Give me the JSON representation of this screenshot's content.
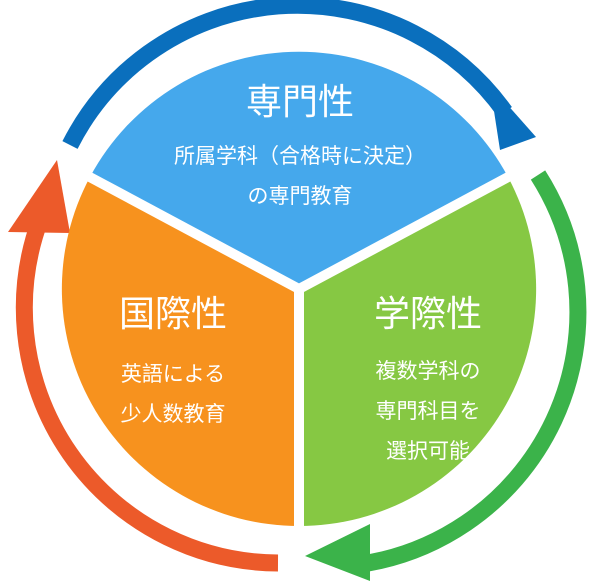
{
  "segments": {
    "top": {
      "title": "専門性",
      "lines": [
        "所属学科（合格時に決定）",
        "の専門教育"
      ],
      "color": "#45a8ec"
    },
    "left": {
      "title": "国際性",
      "lines": [
        "英語による",
        "少人数教育"
      ],
      "color": "#f7921e"
    },
    "right": {
      "title": "学際性",
      "lines": [
        "複数学科の",
        "専門科目を",
        "選択可能"
      ],
      "color": "#86c843"
    }
  },
  "arrows": {
    "blue": "#0a6fbd",
    "green": "#3bb34a",
    "red": "#ec5a2a"
  }
}
